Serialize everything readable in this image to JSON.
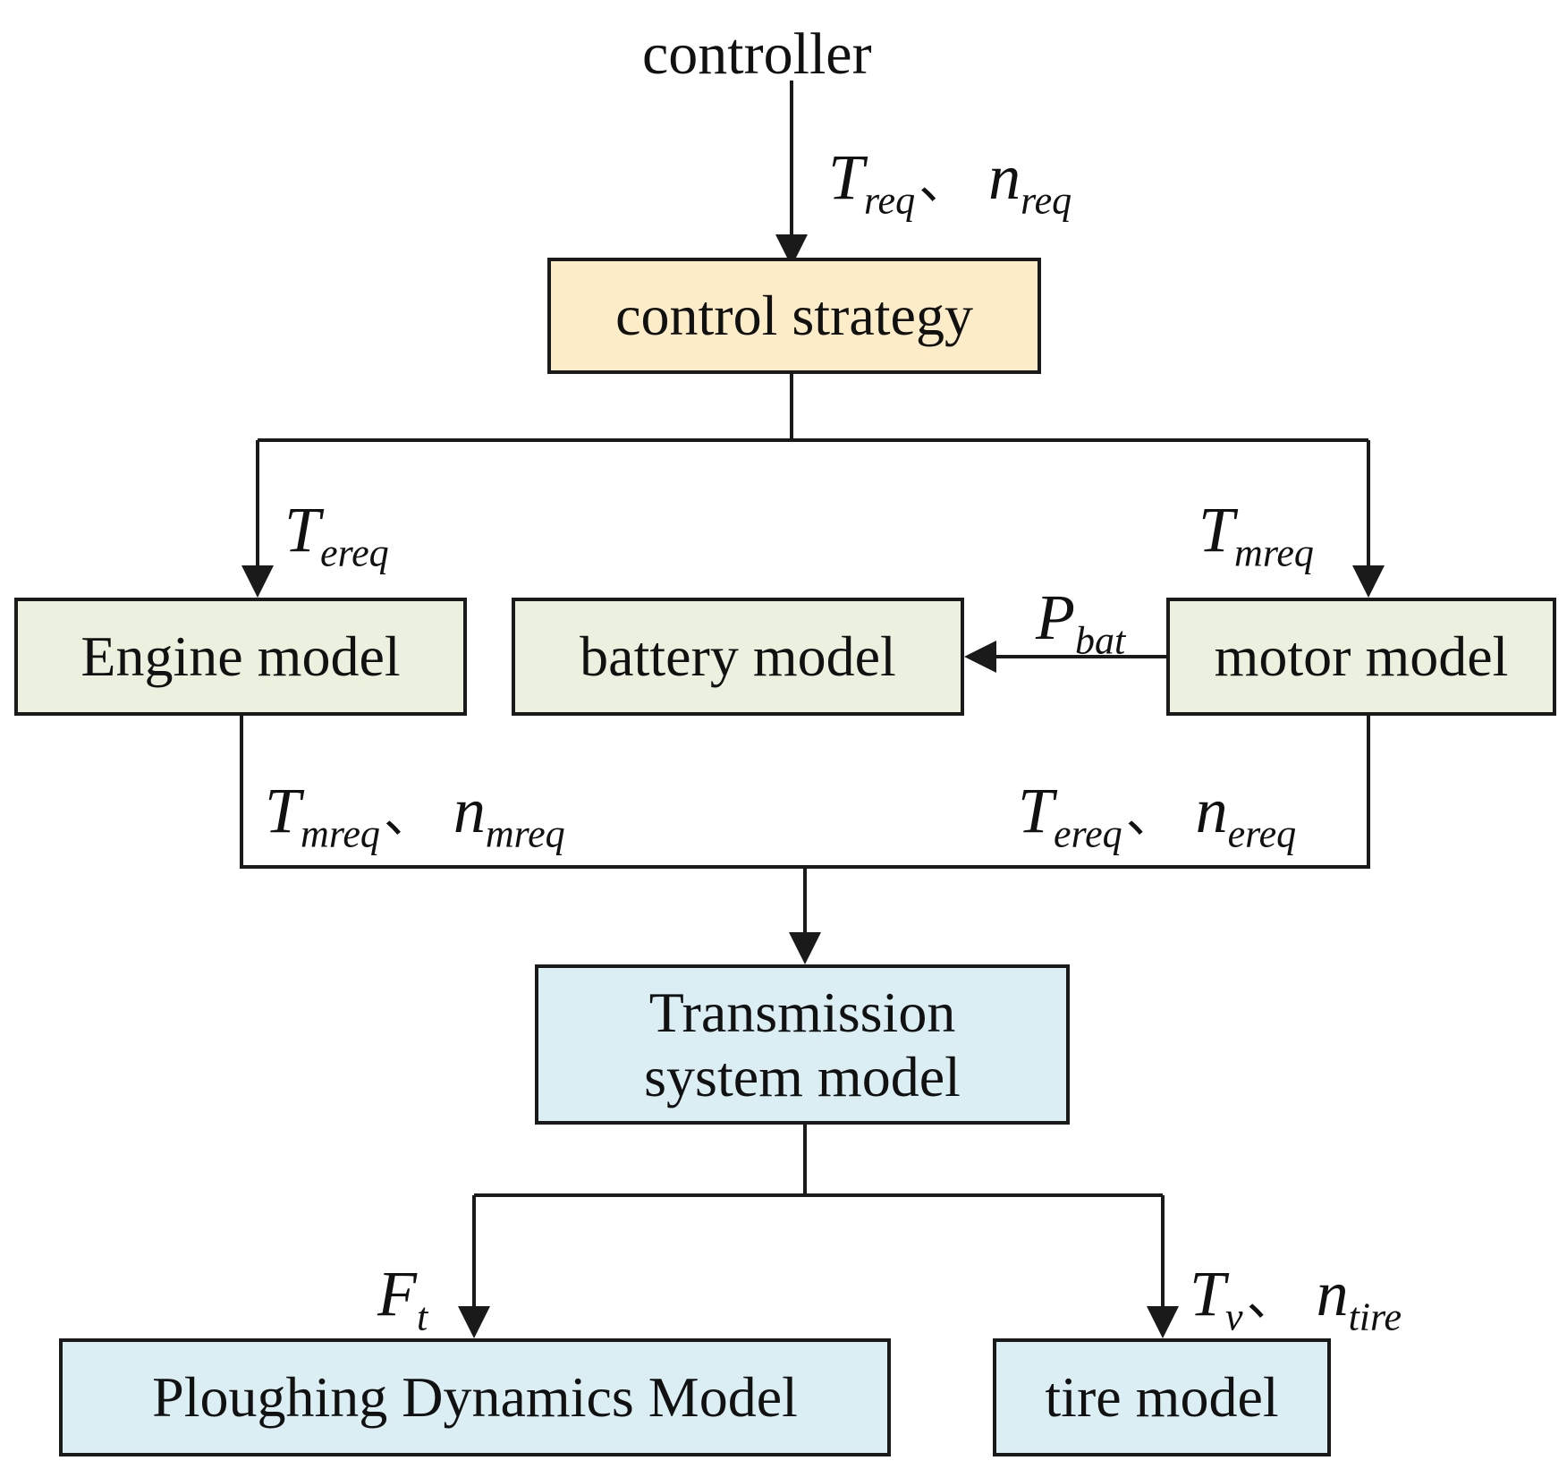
{
  "title": "controller",
  "boxes": {
    "control_strategy": "control strategy",
    "engine": "Engine model",
    "battery": "battery model",
    "motor": "motor model",
    "transmission_line1": "Transmission",
    "transmission_line2": "system model",
    "ploughing": "Ploughing Dynamics Model",
    "tire": "tire model"
  },
  "labels": {
    "controller_out": {
      "a": "T",
      "a_sub": "req",
      "sep": "、",
      "b": "n",
      "b_sub": "req"
    },
    "engine_in": {
      "a": "T",
      "a_sub": "ereq"
    },
    "motor_in": {
      "a": "T",
      "a_sub": "mreq"
    },
    "battery_in": {
      "a": "P",
      "a_sub": "bat"
    },
    "engine_out": {
      "a": "T",
      "a_sub": "mreq",
      "sep": "、",
      "b": "n",
      "b_sub": "mreq"
    },
    "motor_out": {
      "a": "T",
      "a_sub": "ereq",
      "sep": "、",
      "b": "n",
      "b_sub": "ereq"
    },
    "plough_in": {
      "a": "F",
      "a_sub": "t"
    },
    "tire_in": {
      "a": "T",
      "a_sub": "v",
      "sep": "、",
      "b": "n",
      "b_sub": "tire"
    }
  },
  "colors": {
    "control_fill": "#fdecc8",
    "model_fill": "#ebf1de",
    "lower_fill": "#dbeef3",
    "line": "#1a1a1a"
  }
}
